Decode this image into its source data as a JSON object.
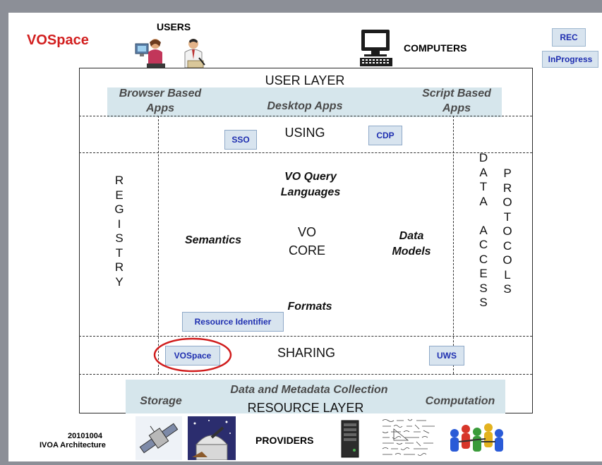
{
  "title": "VOSpace",
  "header": {
    "users_label": "USERS",
    "computers_label": "COMPUTERS",
    "badge_rec": "REC",
    "badge_inprogress": "InProgress"
  },
  "user_layer": {
    "title": "USER LAYER",
    "browser_apps": "Browser Based\nApps",
    "desktop_apps": "Desktop Apps",
    "script_apps": "Script Based\nApps"
  },
  "using_row": {
    "label": "USING",
    "chip_sso": "SSO",
    "chip_cdp": "CDP"
  },
  "middle": {
    "registry": "R\nE\nG\nI\nS\nT\nR\nY",
    "vo_query": "VO Query\nLanguages",
    "semantics": "Semantics",
    "vo_core": "VO\nCORE",
    "data_models": "Data\nModels",
    "formats": "Formats",
    "resource_identifier": "Resource Identifier",
    "data_access": "D\nA\nT\nA\n\nA\nC\nC\nE\nS\nS",
    "protocols": "P\nR\nO\nT\nO\nC\nO\nL\nS"
  },
  "sharing_row": {
    "label": "SHARING",
    "chip_vospace": "VOSpace",
    "chip_uws": "UWS"
  },
  "resource_layer": {
    "title": "RESOURCE LAYER",
    "storage": "Storage",
    "collection": "Data and Metadata Collection",
    "computation": "Computation"
  },
  "footer": {
    "date": "20101004",
    "caption": "IVOA Architecture",
    "providers_label": "PROVIDERS"
  },
  "colors": {
    "title_red": "#d21f1f",
    "chip_blue": "#1f2fb0",
    "band_fill": "#d6e6ec",
    "highlight_circle": "#d01c1c"
  }
}
